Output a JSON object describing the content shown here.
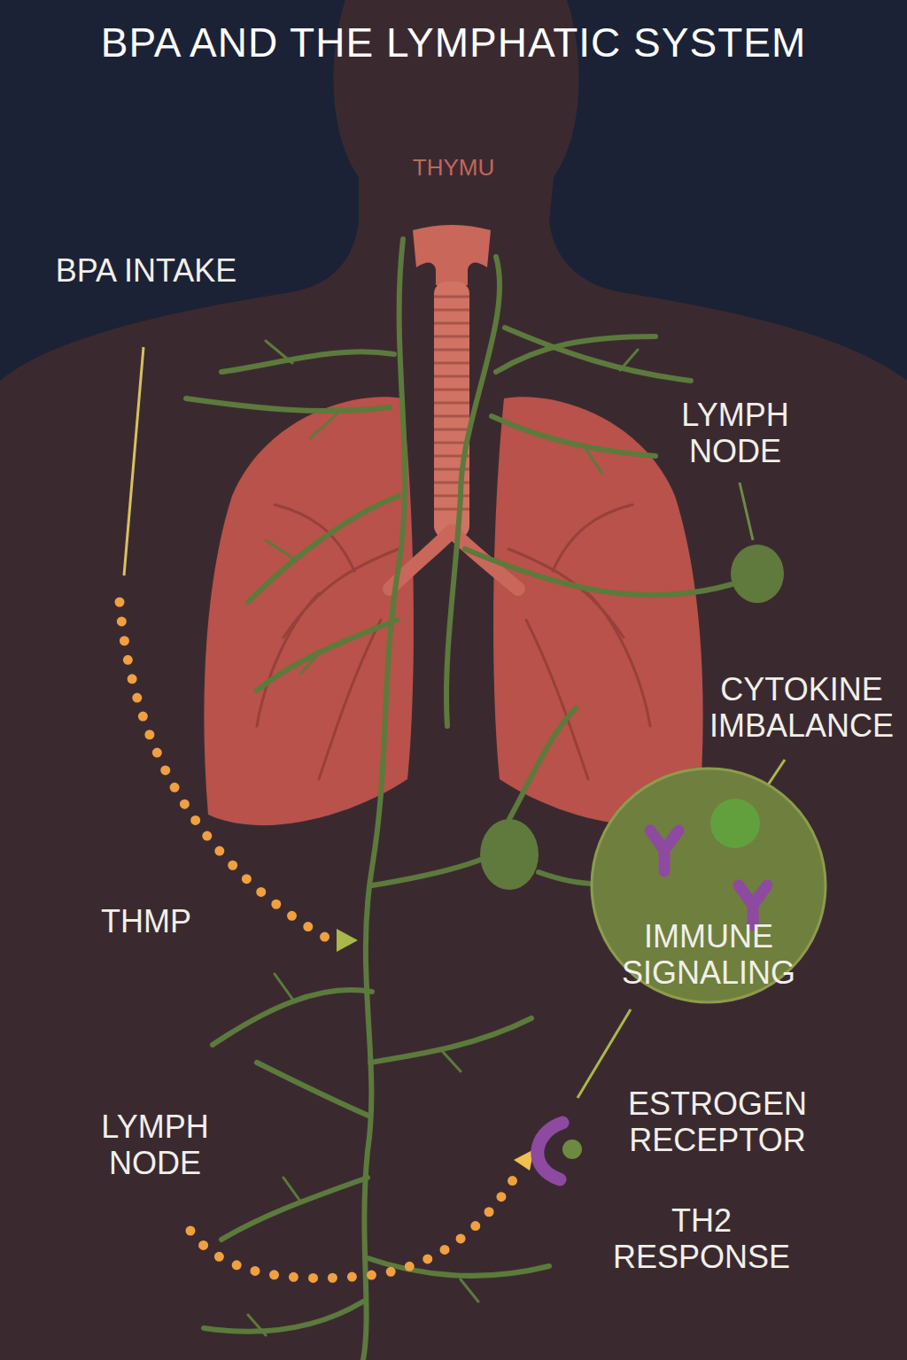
{
  "diagram": {
    "title": "BPA AND THE LYMPHATIC SYSTEM",
    "nodes": [
      {
        "text": [
          "IMMUNE SIGNALING"
        ]
      }
    ],
    "labels": [
      "THYMU",
      "BPA INTAKE",
      "LYMPH NODE",
      "CYTOKINE IMBALANCE",
      "THMP",
      "ESTROGEN RECEPTOR",
      "LYMPH NODE",
      "TH2 RESPONSE"
    ]
  }
}
